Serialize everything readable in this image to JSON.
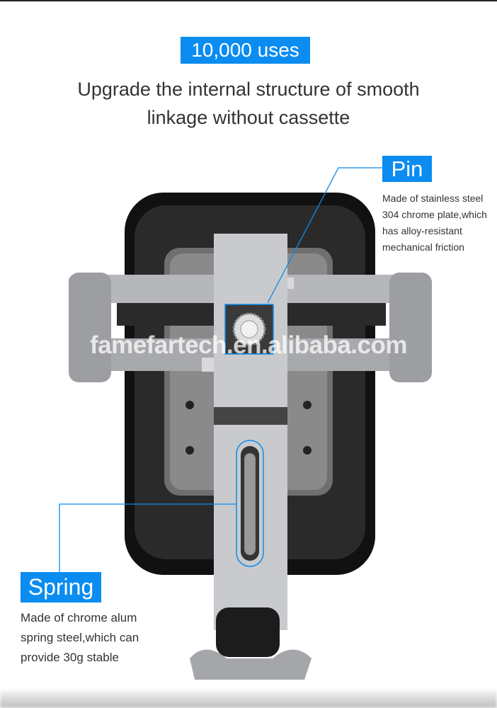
{
  "badge_top": "10,000 uses",
  "headline": [
    "Upgrade the internal structure of smooth",
    "linkage without cassette"
  ],
  "pin": {
    "label": "Pin",
    "description": [
      "Made of stainless steel",
      "304 chrome plate,which",
      "has alloy-resistant",
      "mechanical friction"
    ]
  },
  "spring": {
    "label": "Spring",
    "description": [
      "Made of chrome alum",
      "spring steel,which can",
      "provide 30g stable"
    ]
  },
  "watermark": "famefartech.en.alibaba.com",
  "colors": {
    "accent": "#0a8cf0",
    "text": "#333333"
  }
}
